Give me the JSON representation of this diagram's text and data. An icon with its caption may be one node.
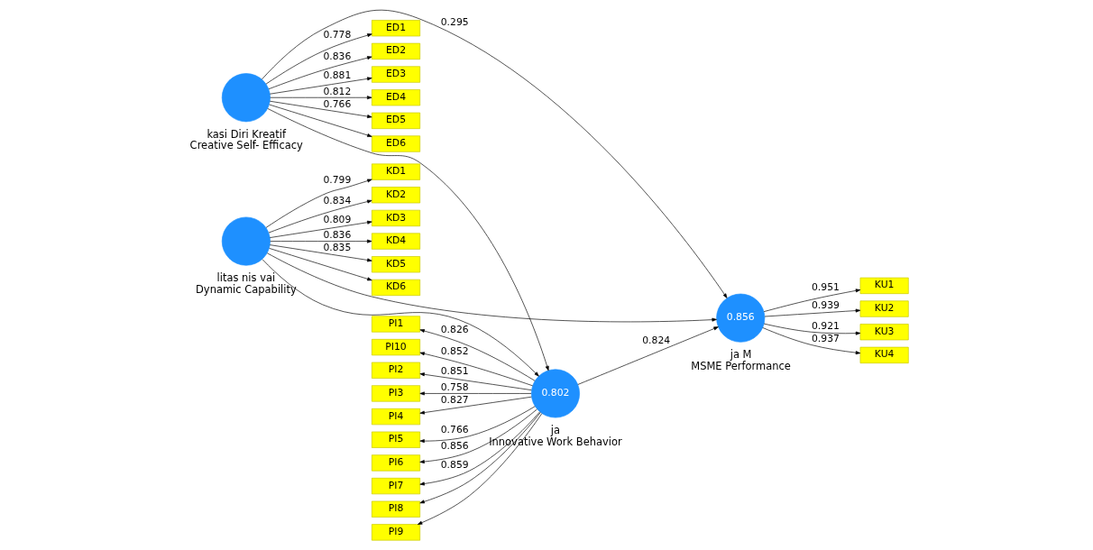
{
  "diagram": {
    "nodes": [
      {
        "text": [
          "ED1"
        ]
      },
      {
        "text": [
          "ED2"
        ]
      },
      {
        "text": [
          "ED3"
        ]
      },
      {
        "text": [
          "ED4"
        ]
      },
      {
        "text": [
          "ED5"
        ]
      },
      {
        "text": [
          "ED6"
        ]
      },
      {
        "text": [],
        "shape": "circle",
        "beside": [
          "kasi Diri Kreatif",
          "Creative Self- Efficacy"
        ]
      },
      {
        "text": [
          "KD1"
        ]
      },
      {
        "text": [
          "KD2"
        ]
      },
      {
        "text": [
          "KD3"
        ]
      },
      {
        "text": [
          "KD4"
        ]
      },
      {
        "text": [
          "KD5"
        ]
      },
      {
        "text": [
          "KD6"
        ]
      },
      {
        "text": [],
        "shape": "circle",
        "beside": [
          "litas nis vai",
          "Dynamic Capability"
        ]
      },
      {
        "text": [
          "PI1"
        ]
      },
      {
        "text": [
          "PI10"
        ]
      },
      {
        "text": [
          "PI2"
        ]
      },
      {
        "text": [
          "PI3"
        ]
      },
      {
        "text": [
          "PI4"
        ]
      },
      {
        "text": [
          "PI5"
        ]
      },
      {
        "text": [
          "PI6"
        ]
      },
      {
        "text": [
          "PI7"
        ]
      },
      {
        "text": [
          "PI8"
        ]
      },
      {
        "text": [
          "PI9"
        ]
      },
      {
        "text": [
          "0.802"
        ],
        "beside": [
          "ja",
          "Innovative Work Behavior"
        ]
      },
      {
        "text": [
          "0.856"
        ],
        "beside": [
          "ja M",
          "MSME Performance"
        ]
      },
      {
        "text": [
          "KU1"
        ]
      },
      {
        "text": [
          "KU2"
        ]
      },
      {
        "text": [
          "KU3"
        ]
      },
      {
        "text": [
          "KU4"
        ]
      }
    ],
    "edges": [
      {
        "from": 6,
        "to": 0,
        "arrow": "to",
        "label": "0.778"
      },
      {
        "from": 6,
        "to": 1,
        "arrow": "to",
        "label": "0.836"
      },
      {
        "from": 6,
        "to": 2,
        "arrow": "to",
        "label": "0.881"
      },
      {
        "from": 6,
        "to": 3,
        "arrow": "to",
        "label": "0.812"
      },
      {
        "from": 6,
        "to": 4,
        "arrow": "to",
        "label": "0.766"
      },
      {
        "from": 6,
        "to": 5,
        "arrow": "to"
      },
      {
        "from": 13,
        "to": 7,
        "arrow": "to",
        "label": "0.799"
      },
      {
        "from": 13,
        "to": 8,
        "arrow": "to",
        "label": "0.834"
      },
      {
        "from": 13,
        "to": 9,
        "arrow": "to",
        "label": "0.809"
      },
      {
        "from": 13,
        "to": 10,
        "arrow": "to",
        "label": "0.836"
      },
      {
        "from": 13,
        "to": 11,
        "arrow": "to",
        "label": "0.835"
      },
      {
        "from": 13,
        "to": 12,
        "arrow": "to"
      },
      {
        "from": 24,
        "to": 14,
        "arrow": "to",
        "label": "0.826"
      },
      {
        "from": 24,
        "to": 15,
        "arrow": "to",
        "label": "0.852"
      },
      {
        "from": 24,
        "to": 16,
        "arrow": "to",
        "label": "0.851"
      },
      {
        "from": 24,
        "to": 17,
        "arrow": "to",
        "label": "0.758"
      },
      {
        "from": 24,
        "to": 18,
        "arrow": "to",
        "label": "0.827"
      },
      {
        "from": 24,
        "to": 19,
        "arrow": "to",
        "label": "0.766"
      },
      {
        "from": 24,
        "to": 20,
        "arrow": "to",
        "label": "0.856"
      },
      {
        "from": 24,
        "to": 21,
        "arrow": "to",
        "label": "0.859"
      },
      {
        "from": 24,
        "to": 22,
        "arrow": "to"
      },
      {
        "from": 24,
        "to": 23,
        "arrow": "to"
      },
      {
        "from": 6,
        "to": 24,
        "arrow": "to"
      },
      {
        "from": 6,
        "to": 25,
        "arrow": "to",
        "label": "0.295"
      },
      {
        "from": 13,
        "to": 24,
        "arrow": "to"
      },
      {
        "from": 13,
        "to": 25,
        "arrow": "to"
      },
      {
        "from": 24,
        "to": 25,
        "arrow": "to",
        "label": "0.824"
      },
      {
        "from": 25,
        "to": 26,
        "arrow": "to",
        "label": "0.951"
      },
      {
        "from": 25,
        "to": 27,
        "arrow": "to",
        "label": "0.939"
      },
      {
        "from": 25,
        "to": 28,
        "arrow": "to",
        "label": "0.921"
      },
      {
        "from": 25,
        "to": 29,
        "arrow": "to",
        "label": "0.937"
      }
    ]
  }
}
